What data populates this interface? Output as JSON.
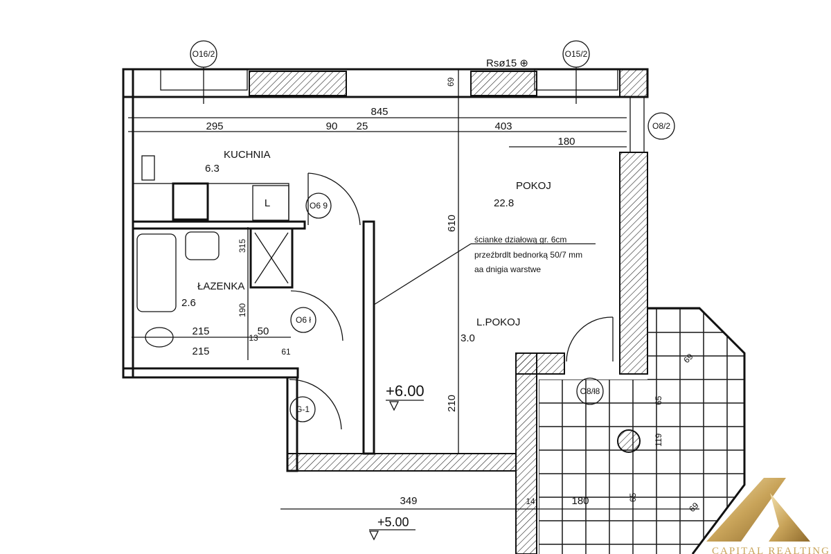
{
  "labels": {
    "window_top_left": "O16/2",
    "window_top_right": "O15/2",
    "window_right": "O8/2",
    "vent": "Rsø15 ⊕",
    "door_kitchen": "O6 9",
    "door_bath": "O6 ł",
    "door_entry": "G-1",
    "door_balcony": "O8/ł8"
  },
  "rooms": {
    "kuchnia": {
      "name": "KUCHNIA",
      "area": "6.3"
    },
    "pokoj": {
      "name": "POKOJ",
      "area": "22.8"
    },
    "lazienka": {
      "name": "ŁAZENKA",
      "area": "2.6"
    },
    "lpokoj": {
      "name": "L.POKOJ",
      "area": "3.0"
    },
    "fridge": "L"
  },
  "dimensions": {
    "total": "845",
    "d295": "295",
    "d90": "90",
    "d25": "25",
    "d403": "403",
    "d180": "180",
    "h69": "69",
    "v610": "610",
    "v210": "210",
    "b215a": "215",
    "b215b": "215",
    "b50": "50",
    "b190": "190",
    "b315": "315",
    "b13": "13",
    "b61": "61",
    "d349": "349",
    "d180b": "180",
    "d14": "14",
    "d65": "65",
    "bal69": "69",
    "bal65": "65",
    "bal119": "119",
    "bal69b": "69"
  },
  "levels": {
    "upper": "+6.00",
    "lower": "+5.00"
  },
  "note": {
    "line1": "ścianke działową gr. 6cm",
    "line2": "przeźbrdlt bednorką 50/7 mm",
    "line3": "aa dnigia warstwe"
  },
  "brand": {
    "name": "CAPITAL REALTING",
    "color": "#c9a45a"
  }
}
